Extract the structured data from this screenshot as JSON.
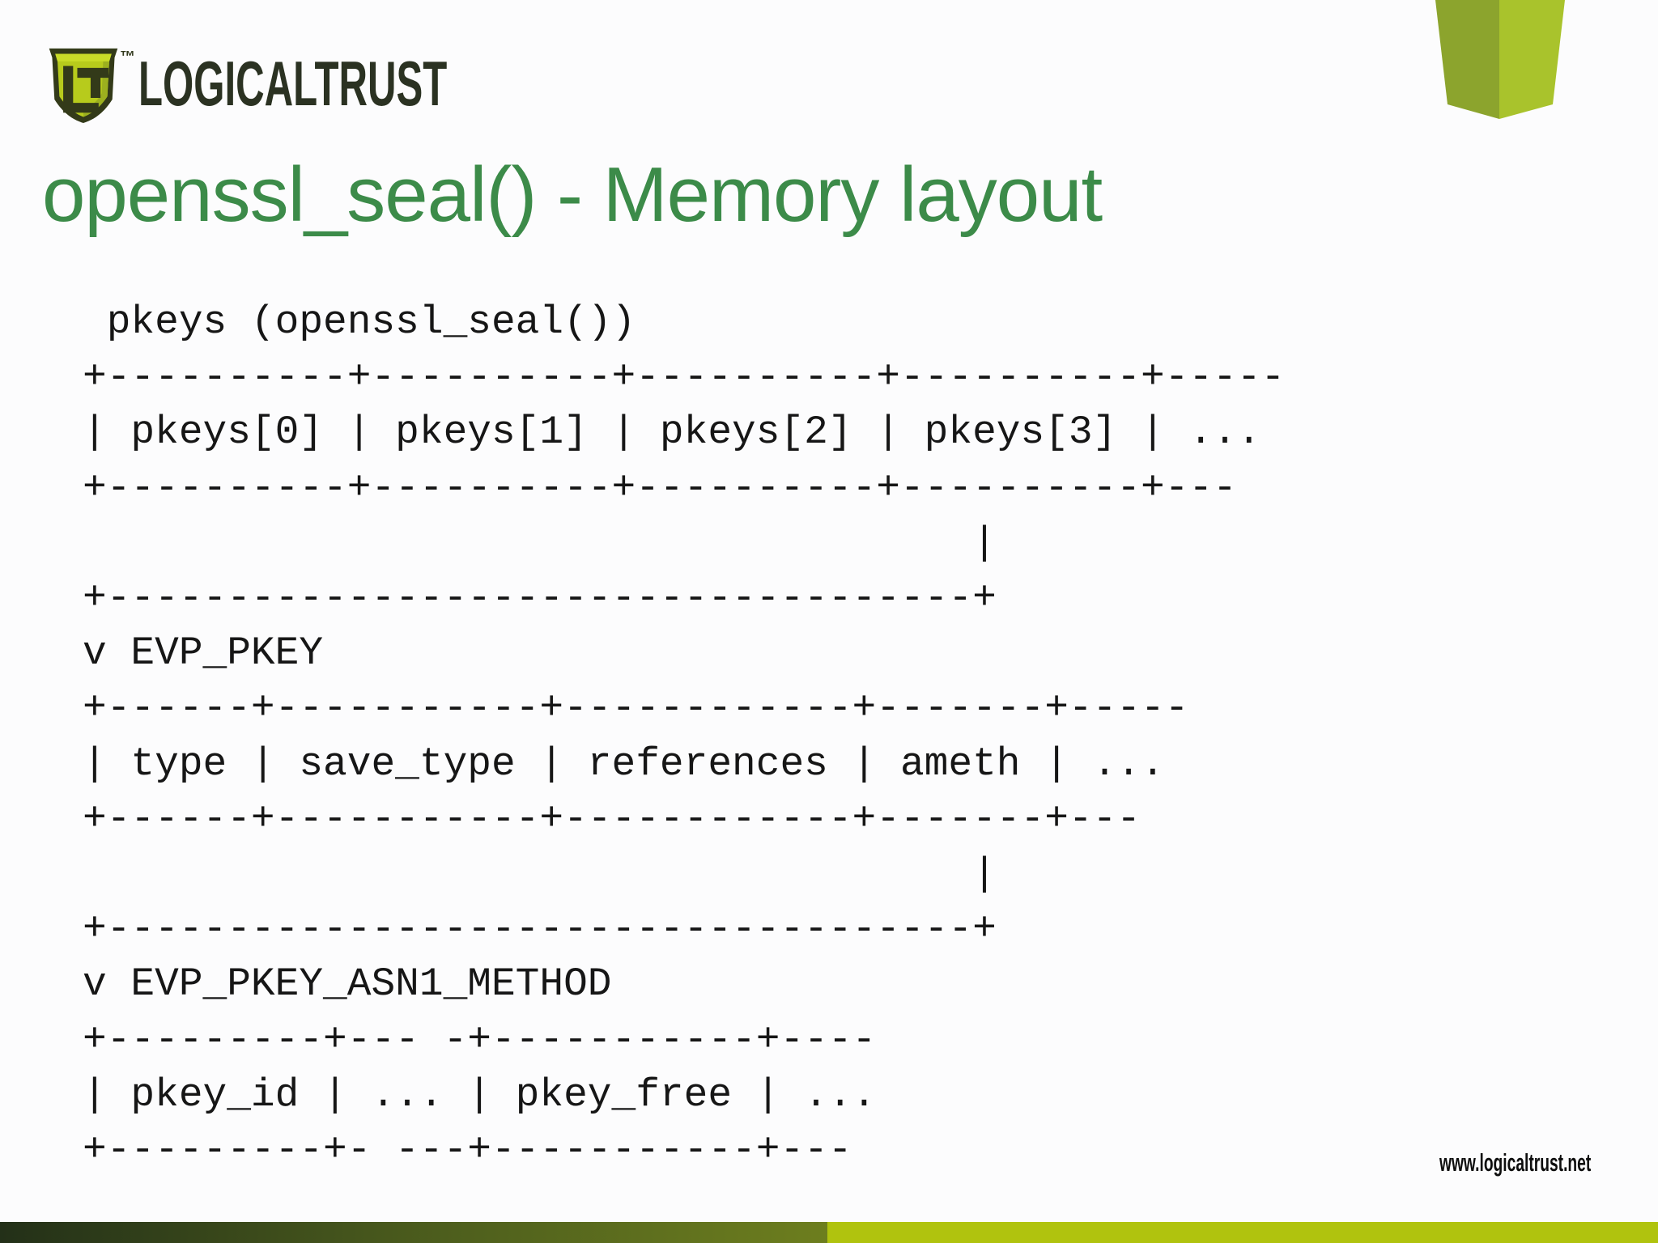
{
  "header": {
    "brand": "LOGICALTRUST",
    "trademark": "™",
    "logo_monogram": "LT"
  },
  "title": "openssl_seal() - Memory layout",
  "memory_diagram": {
    "description": "ASCII diagram of pkeys array pointing to EVP_PKEY struct pointing to EVP_PKEY_ASN1_METHOD struct",
    "structs": [
      "pkeys (openssl_seal())",
      "EVP_PKEY",
      "EVP_PKEY_ASN1_METHOD"
    ],
    "evp_pkey_fields": [
      "type",
      "save_type",
      "references",
      "ameth",
      "..."
    ],
    "asn1_method_fields": [
      "pkey_id",
      "...",
      "pkey_free",
      "..."
    ],
    "ascii_lines": [
      " pkeys (openssl_seal())",
      "+----------+----------+----------+----------+-----",
      "| pkeys[0] | pkeys[1] | pkeys[2] | pkeys[3] | ...",
      "+----------+----------+----------+----------+---",
      "                                     |",
      "+------------------------------------+",
      "v EVP_PKEY",
      "+------+-----------+------------+-------+-----",
      "| type | save_type | references | ameth | ...",
      "+------+-----------+------------+-------+---",
      "                                     |",
      "+------------------------------------+",
      "v EVP_PKEY_ASN1_METHOD",
      "+---------+--- -+-----------+----",
      "| pkey_id | ... | pkey_free | ...",
      "+---------+- ---+-----------+---"
    ]
  },
  "footer": {
    "website": "www.logicaltrust.net"
  },
  "colors": {
    "title_green": "#3c8b49",
    "logo_lime": "#b7cb1c",
    "logo_dark": "#333a19",
    "ribbon_left_face": "#8ca42d",
    "ribbon_right_face": "#a9c32c",
    "footer_lime": "#b0c30e",
    "footer_gradient_dark": "#233018",
    "footer_gradient_olive": "#6d7e1e"
  }
}
